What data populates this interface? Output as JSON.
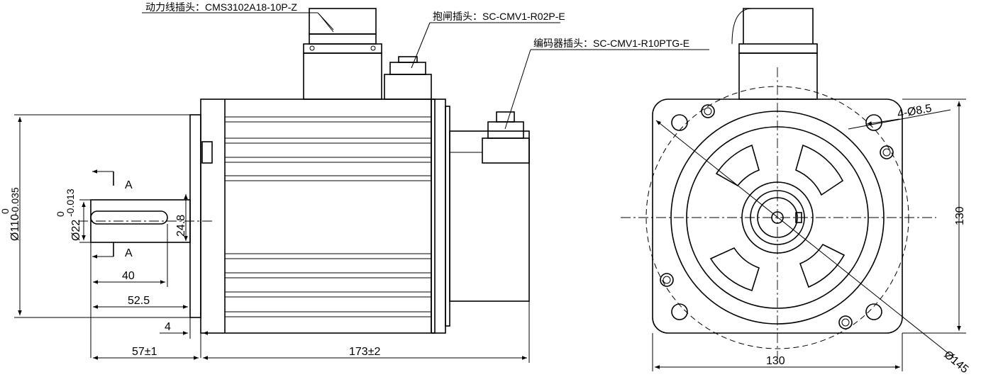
{
  "labels": {
    "power_plug": "动力线插头：CMS3102A18-10P-Z",
    "brake_plug": "抱闸插头：SC-CMV1-R02P-E",
    "encoder_plug": "编码器插头：SC-CMV1-R10PTG-E"
  },
  "dimensions": {
    "flange_dia": "Ø110",
    "flange_tol_upper": "0",
    "flange_tol_lower": "-0.035",
    "shaft_dia": "Ø22",
    "shaft_tol_upper": "0",
    "shaft_tol_lower": "-0.013",
    "key_height": "24.8",
    "key_length": "40",
    "shaft_len_52": "52.5",
    "flange_thk": "4",
    "shaft_total": "57±1",
    "body_len": "173±2",
    "height_130": "130",
    "width_130": "130",
    "holes": "4-Ø8.5",
    "pcd": "Ø145",
    "section_top": "A",
    "section_bottom": "A"
  }
}
